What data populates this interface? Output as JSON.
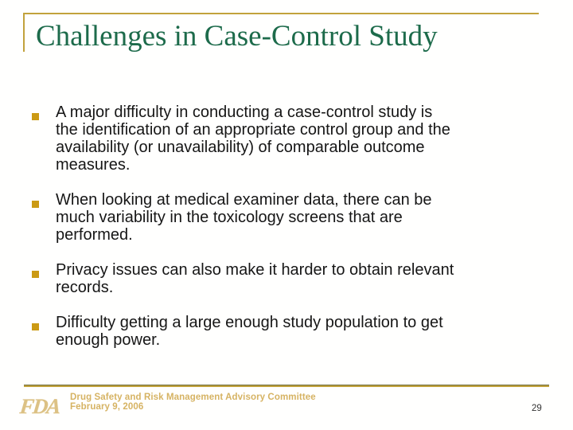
{
  "slide": {
    "title": "Challenges in Case-Control Study",
    "bullets": [
      {
        "text": "A major difficulty in conducting a case-control study is\nthe identification of an appropriate control group and the\navailability (or unavailability) of comparable outcome\nmeasures."
      },
      {
        "text": "When looking at medical examiner data, there can be\nmuch variability in the toxicology screens that are\nperformed."
      },
      {
        "text": "Privacy issues can also make it harder to obtain relevant\nrecords."
      },
      {
        "text": "Difficulty getting a large enough study population to get\nenough power."
      }
    ],
    "footer": {
      "logo_text": "FDA",
      "committee": "Drug Safety and Risk Management Advisory Committee",
      "date": "February 9, 2006",
      "page_number": "29"
    },
    "colors": {
      "title_green": "#1d6b4b",
      "gold_line": "#c2a23c",
      "bullet_gold": "#cb9a14",
      "footer_gold": "#d6b363",
      "logo_gold": "#dcc184",
      "text_black": "#161616",
      "page_num": "#333333"
    }
  }
}
